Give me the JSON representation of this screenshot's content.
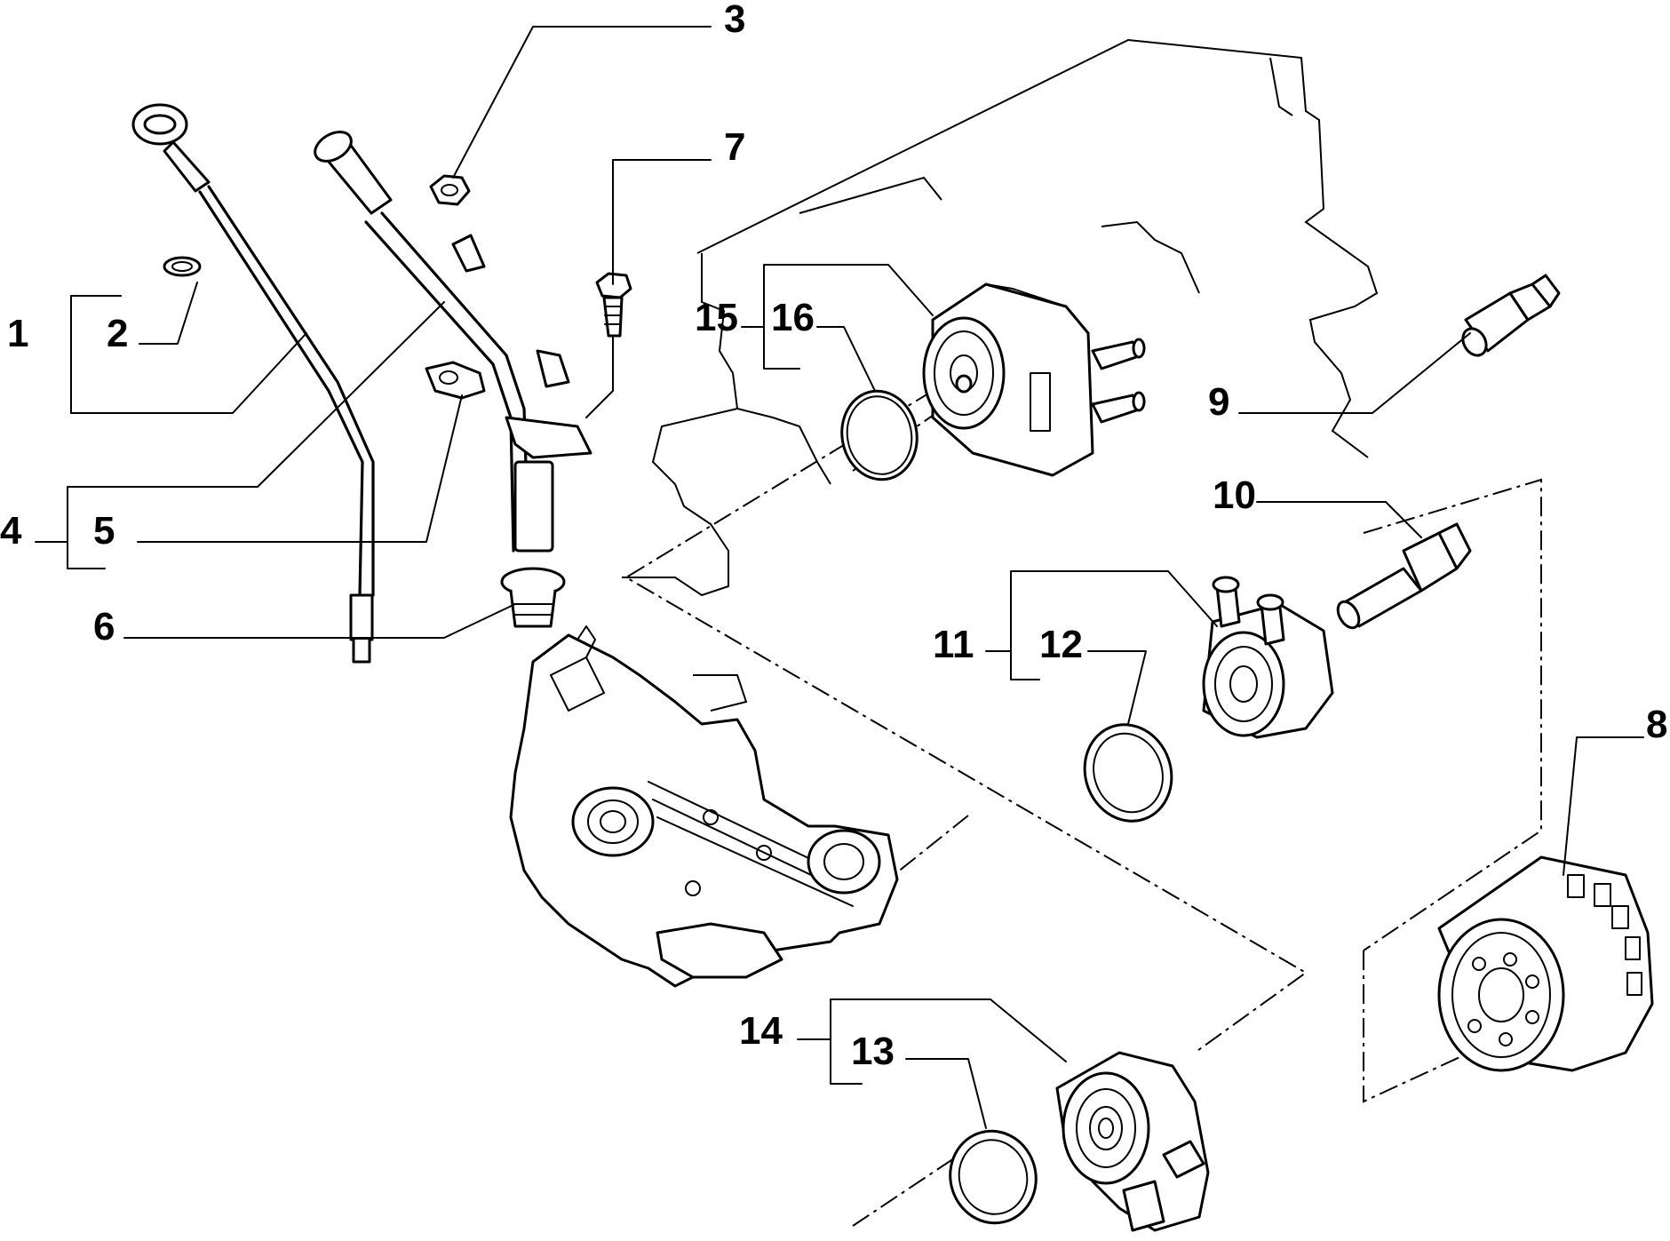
{
  "figure": {
    "callouts": [
      "1",
      "2",
      "3",
      "4",
      "5",
      "6",
      "7",
      "8",
      "9",
      "10",
      "11",
      "12",
      "13",
      "14",
      "15",
      "16"
    ]
  },
  "parts": [
    {
      "ref": "1",
      "icon": "dipstick-assembly"
    },
    {
      "ref": "2",
      "icon": "washer"
    },
    {
      "ref": "3",
      "icon": "nut"
    },
    {
      "ref": "4",
      "icon": "dipstick-guide-tube"
    },
    {
      "ref": "5",
      "icon": "clamp"
    },
    {
      "ref": "6",
      "icon": "grommet"
    },
    {
      "ref": "7",
      "icon": "bolt"
    },
    {
      "ref": "8",
      "icon": "oil-filter"
    },
    {
      "ref": "9",
      "icon": "pressure-switch"
    },
    {
      "ref": "10",
      "icon": "hollow-union"
    },
    {
      "ref": "11",
      "icon": "oil-cooler-small"
    },
    {
      "ref": "12",
      "icon": "seal-ring"
    },
    {
      "ref": "13",
      "icon": "seal-ring"
    },
    {
      "ref": "14",
      "icon": "filter-support"
    },
    {
      "ref": "15",
      "icon": "oil-cooler-large"
    },
    {
      "ref": "16",
      "icon": "o-ring"
    }
  ]
}
